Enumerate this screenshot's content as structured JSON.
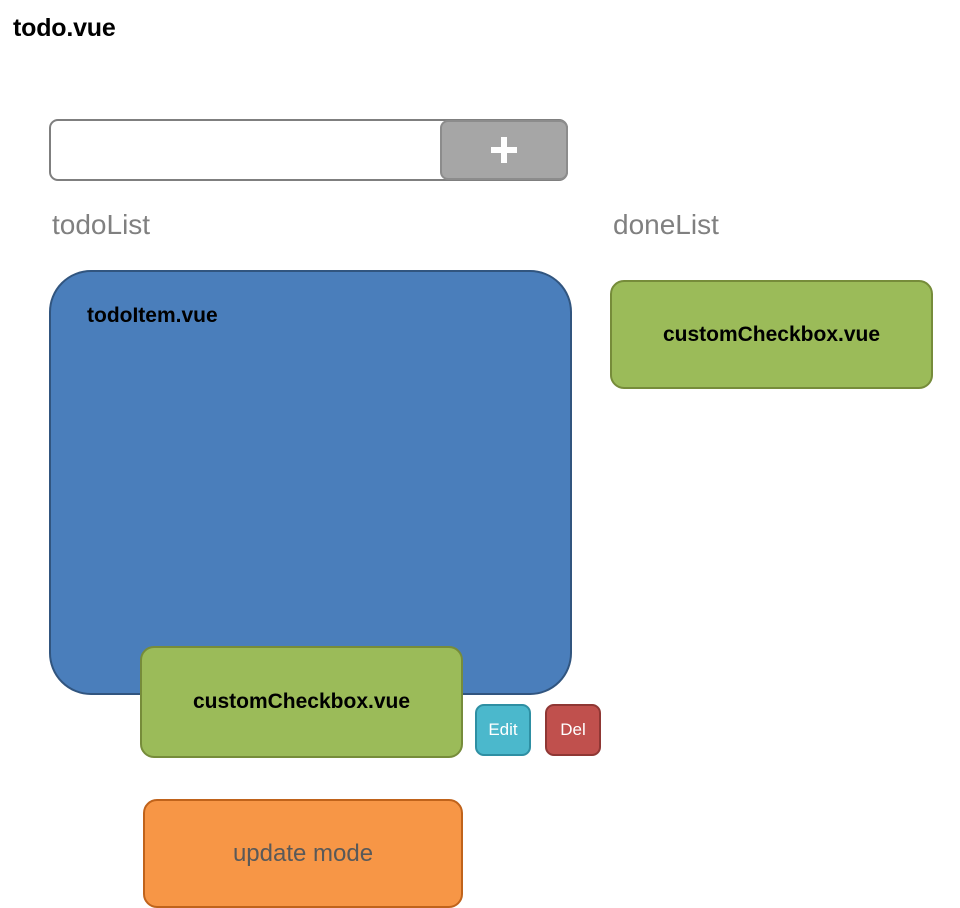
{
  "page": {
    "title": "todo.vue"
  },
  "new_todo": {
    "input_value": "",
    "input_placeholder": "",
    "add_button_label": "+",
    "add_button_icon": "plus-icon"
  },
  "columns": [
    {
      "label": "todoList",
      "card": {
        "title": "todoItem.vue",
        "checkbox_label": "customCheckbox.vue",
        "edit_label": "Edit",
        "del_label": "Del",
        "update_label": "update mode"
      }
    },
    {
      "label": "doneList",
      "checkbox_label": "customCheckbox.vue"
    }
  ],
  "colors": {
    "background": "#ffffff",
    "title_text": "#000000",
    "label_text": "#808080",
    "input_border": "#7f7f7f",
    "add_button_fill": "#a6a6a6",
    "add_button_border": "#8c8c8c",
    "todoitem_fill": "#4a7ebb",
    "todoitem_border": "#31557f",
    "checkbox_fill": "#9bbb59",
    "checkbox_border": "#768c3a",
    "update_fill": "#f79646",
    "update_border": "#c0631b",
    "update_text": "#595959",
    "edit_fill": "#4bb8cc",
    "edit_border": "#2e8fa3",
    "del_fill": "#c0504d",
    "del_border": "#8f3734"
  }
}
